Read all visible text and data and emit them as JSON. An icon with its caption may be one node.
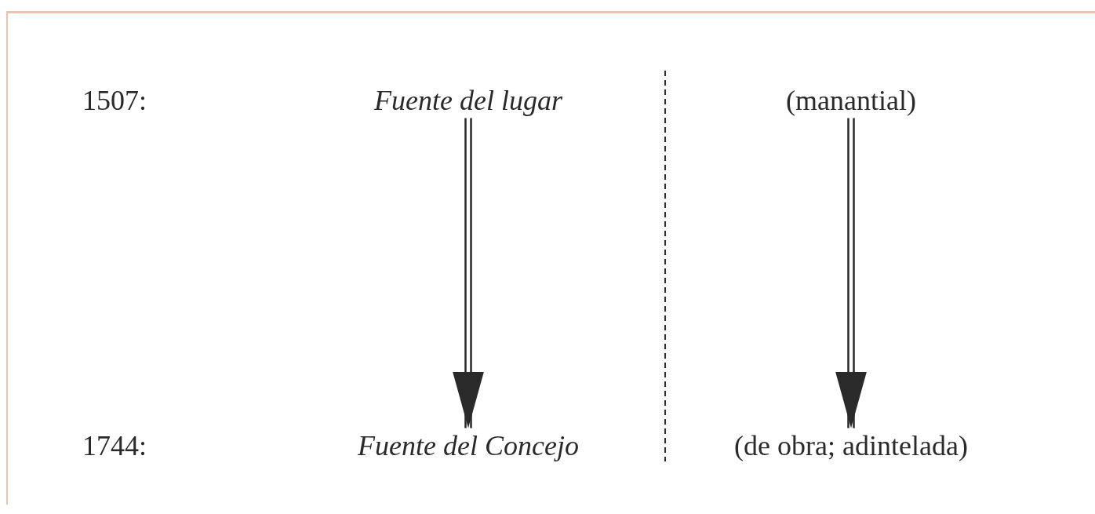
{
  "diagram": {
    "nodes": [
      {
        "text": [
          "Fuente del lugar"
        ]
      },
      {
        "text": [
          "(manantial)"
        ]
      },
      {
        "text": [
          "Fuente del Concejo"
        ]
      },
      {
        "text": [
          "(de obra; adintelada)"
        ]
      }
    ],
    "edges": [
      {
        "from": 0,
        "to": 2,
        "arrow": "to"
      },
      {
        "from": 1,
        "to": 3,
        "arrow": "to"
      }
    ],
    "labels": [
      "1507:",
      "1744:"
    ]
  }
}
